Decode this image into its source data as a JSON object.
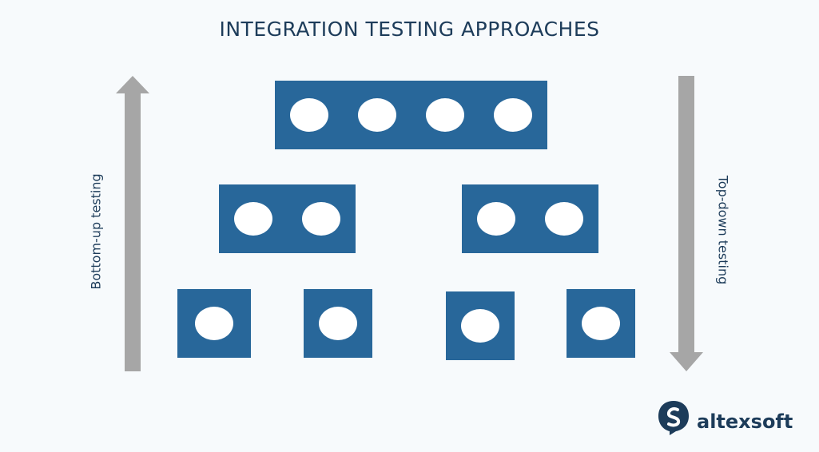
{
  "title": "INTEGRATION TESTING APPROACHES",
  "left_label": "Bottom-up testing",
  "right_label": "Top-down testing",
  "logo": {
    "name": "altexsoft",
    "icon": "altexsoft-logo-icon"
  },
  "colors": {
    "module": "#28679a",
    "arrow": "#a6a6a6",
    "text": "#1d3c5a",
    "background": "#f7fafc"
  },
  "hierarchy": {
    "levels": [
      {
        "level": "top",
        "groups": [
          4
        ]
      },
      {
        "level": "middle",
        "groups": [
          2,
          2
        ]
      },
      {
        "level": "bottom",
        "groups": [
          1,
          1,
          1,
          1
        ]
      }
    ]
  }
}
